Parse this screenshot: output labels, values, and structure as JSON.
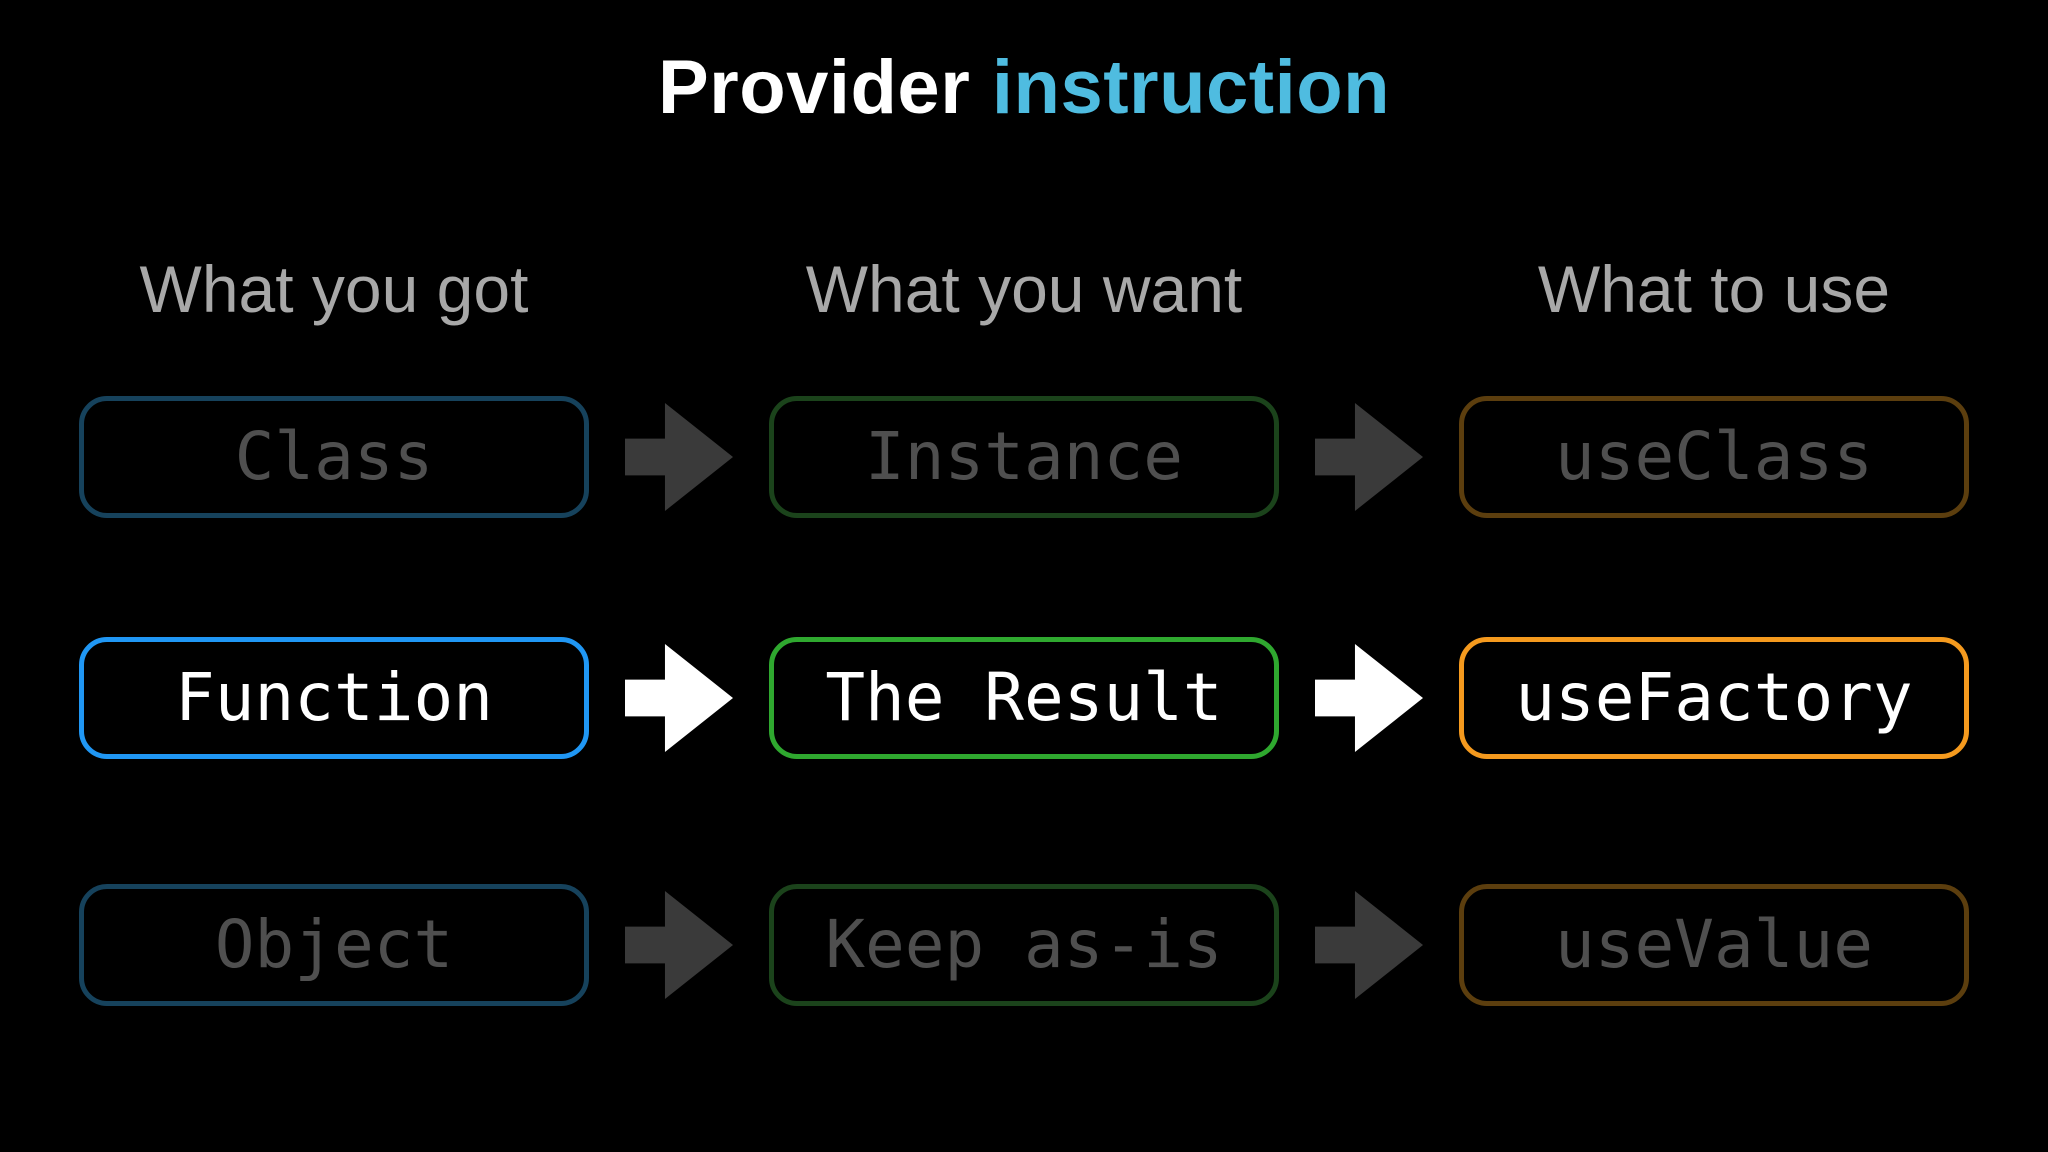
{
  "title": {
    "text_primary": "Provider",
    "text_accent": "instruction"
  },
  "column_headers": [
    {
      "label": "What you got"
    },
    {
      "label": "What you want"
    },
    {
      "label": "What to use"
    }
  ],
  "rows": [
    {
      "got": "Class",
      "want": "Instance",
      "use": "useClass",
      "state": "dimmed"
    },
    {
      "got": "Function",
      "want": "The Result",
      "use": "useFactory",
      "state": "active"
    },
    {
      "got": "Object",
      "want": "Keep as-is",
      "use": "useValue",
      "state": "dimmed"
    }
  ],
  "icons": {
    "arrow": "right-block-arrow"
  },
  "colors": {
    "background": "#000000",
    "title_primary": "#FFFFFF",
    "title_accent": "#4FBCE0",
    "header_text": "#A8A8A8",
    "active_text": "#FFFFFF",
    "dim_text": "#4F4F4F",
    "active_arrow": "#FFFFFF",
    "dim_arrow": "#3A3A3A",
    "border_blue": "#2097F4",
    "border_green": "#2FA82F",
    "border_orange": "#F59A1E",
    "border_blue_dim": "#16425C",
    "border_green_dim": "#1B431B",
    "border_orange_dim": "#5C3E0E"
  }
}
